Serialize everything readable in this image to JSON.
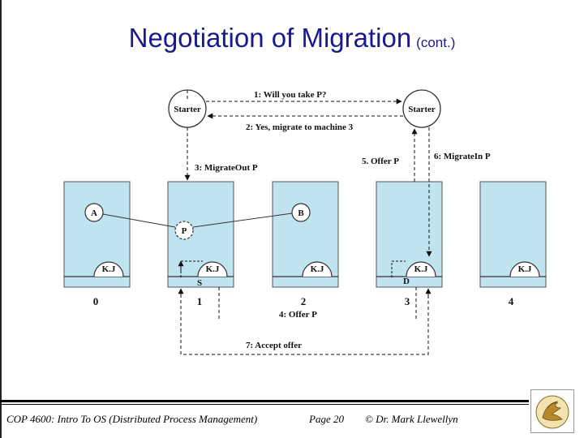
{
  "title": {
    "main": "Negotiation of Migration",
    "sub": "(cont.)"
  },
  "diagram": {
    "nodes": {
      "starter_left": "Starter",
      "starter_right": "Starter",
      "process_a": "A",
      "process_b": "B",
      "process_p": "P"
    },
    "kernels": [
      "K.J",
      "K.J",
      "K.J",
      "K.J",
      "K.J"
    ],
    "machine_labels": [
      "0",
      "1",
      "2",
      "3",
      "4"
    ],
    "side_labels": {
      "s": "S",
      "d": "D"
    },
    "messages": {
      "m1": "1: Will you take P?",
      "m2": "2: Yes, migrate to machine 3",
      "m3": "3: MigrateOut P",
      "m4": "4: Offer P",
      "m5": "5. Offer P",
      "m6": "6: MigrateIn P",
      "m7": "7: Accept offer"
    },
    "colors": {
      "box_fill": "#bfe3ef",
      "box_stroke": "#555555",
      "title": "#1a1a8c"
    }
  },
  "footer": {
    "course": "COP 4600: Intro To OS  (Distributed Process Management)",
    "page": "Page 20",
    "author": "© Dr. Mark Llewellyn"
  }
}
